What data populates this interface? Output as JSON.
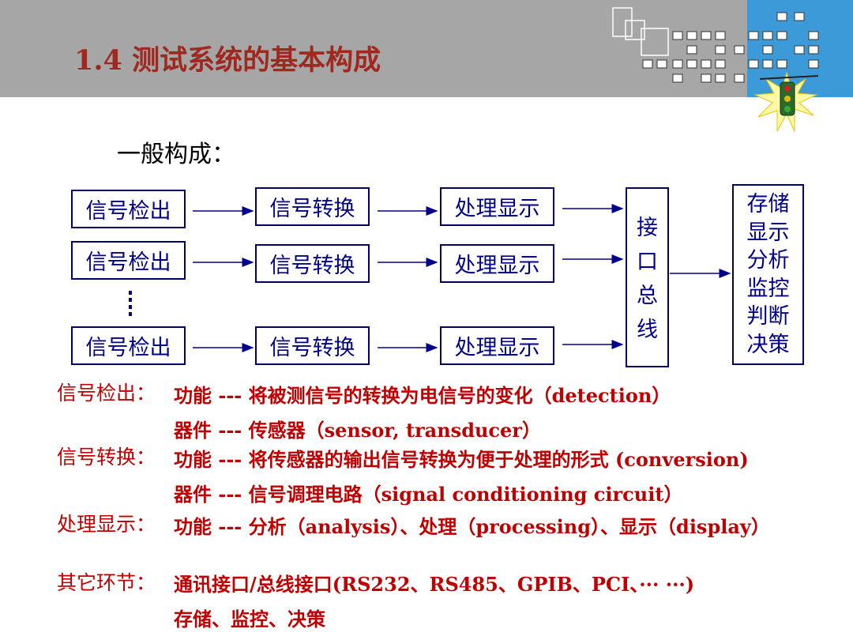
{
  "header": {
    "title": "1.4 测试系统的基本构成"
  },
  "subtitle": "一般构成：",
  "diagram": {
    "detect_label": "信号检出",
    "convert_label": "信号转换",
    "display_label": "处理显示",
    "bus_chars": [
      "接",
      "口",
      "总",
      "线"
    ],
    "storage_chars": [
      "存储",
      "显示",
      "分析",
      "监控",
      "判断",
      "决策"
    ]
  },
  "desc": {
    "detect": {
      "label": "信号检出：",
      "func": "功能 --- 将被测信号的转换为电信号的变化（detection）",
      "device": "器件 --- 传感器（sensor, transducer）"
    },
    "convert": {
      "label": "信号转换：",
      "func": "功能 --- 将传感器的输出信号转换为便于处理的形式 (conversion)",
      "device": "器件 --- 信号调理电路（signal conditioning circuit）"
    },
    "display": {
      "label": "处理显示：",
      "func": "功能 --- 分析（analysis）、处理（processing）、显示（display）"
    },
    "other": {
      "label": "其它环节：",
      "line1": "通讯接口/总线接口(RS232、RS485、GPIB、PCI、··· ···)",
      "line2": "存储、监控、决策"
    }
  }
}
